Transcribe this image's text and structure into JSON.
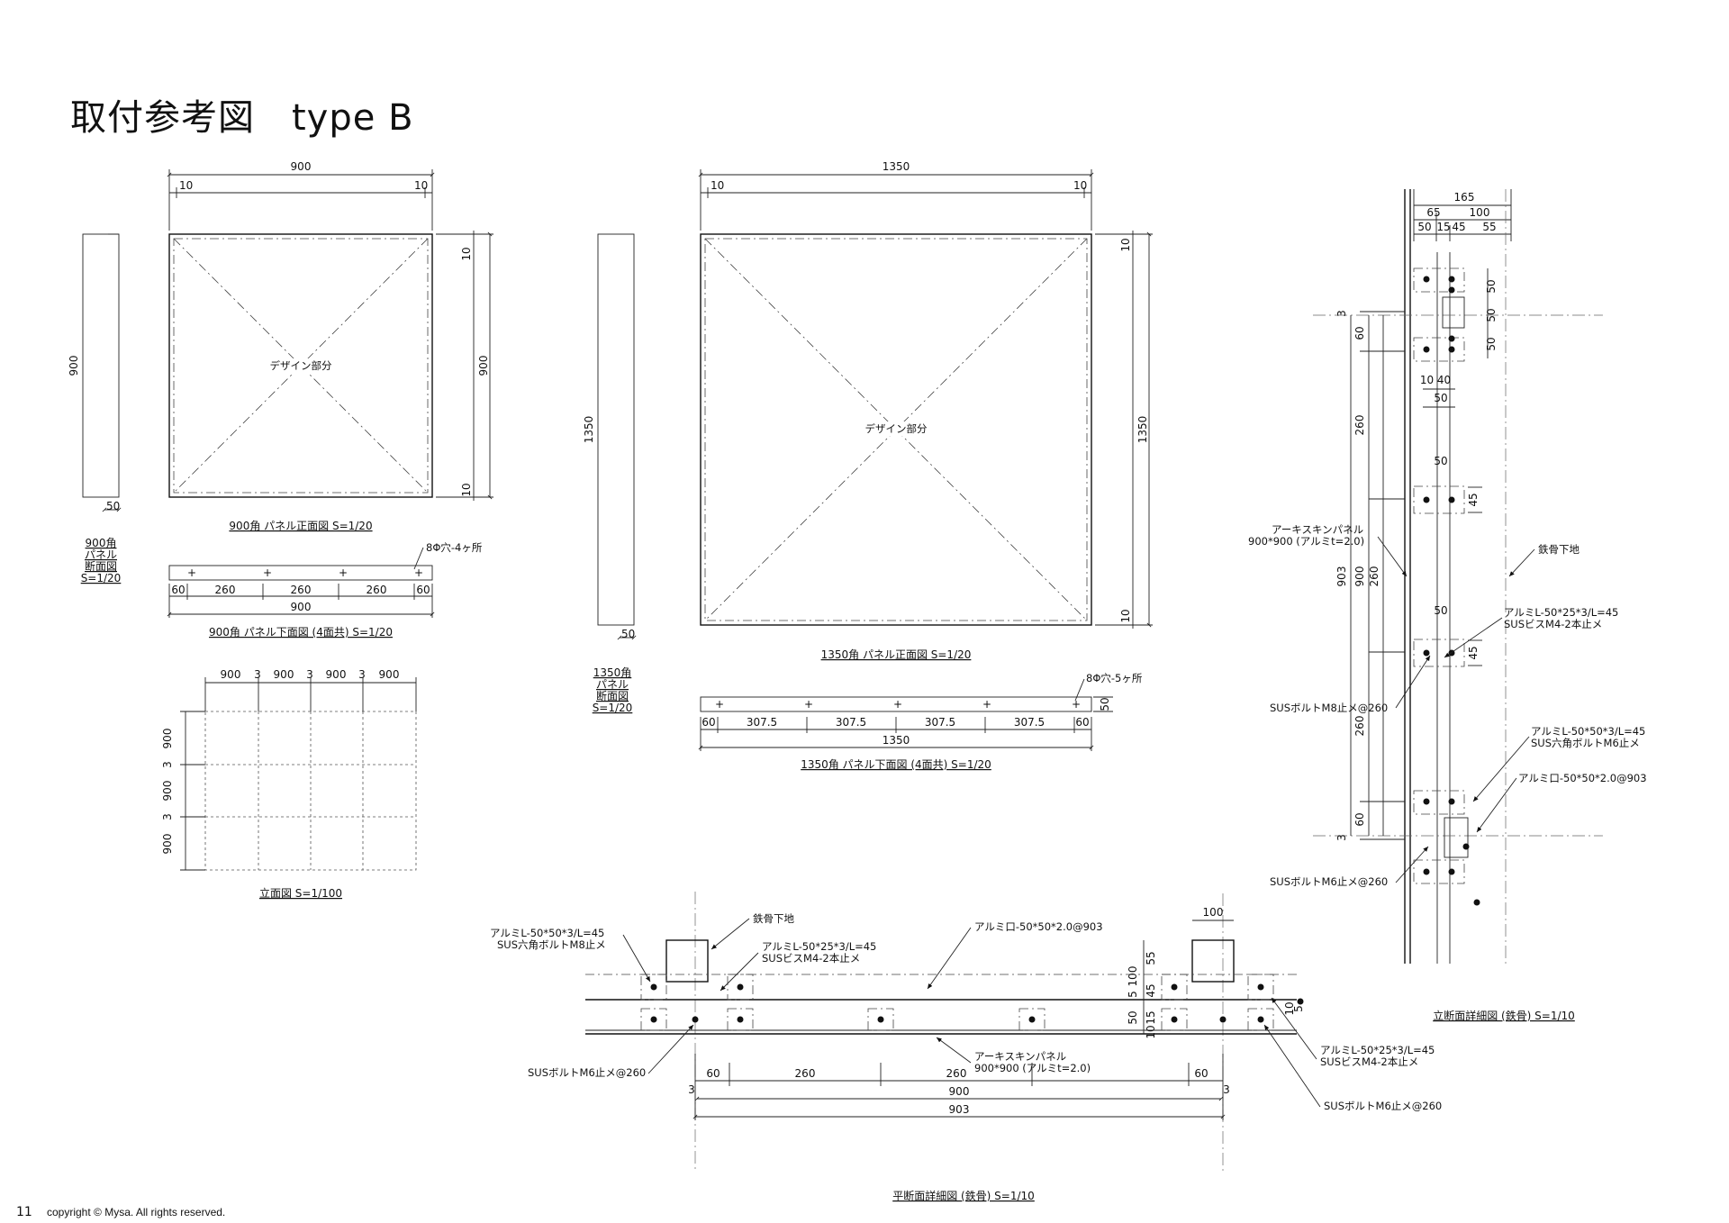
{
  "page": {
    "title": "取付参考図　type B",
    "page_number": "11",
    "copyright": "copyright © Mysa. All rights reserved."
  },
  "panel900": {
    "top_dim": "900",
    "edge_dim": "10",
    "side_dim": "900",
    "design_label": "デザイン部分",
    "section_height": "900",
    "section_thickness": "50",
    "section_caption": [
      "900角",
      "パネル",
      "断面図",
      "S=1/20"
    ],
    "front_caption": "900角 パネル正面図 S=1/20",
    "bottom_note": "8Φ穴-4ヶ所",
    "bottom_dims": [
      "60",
      "260",
      "260",
      "260",
      "60"
    ],
    "bottom_total": "900",
    "bottom_caption": "900角 パネル下面図 (4面共) S=1/20"
  },
  "panel1350": {
    "top_dim": "1350",
    "edge_dim": "10",
    "side_dim": "1350",
    "design_label": "デザイン部分",
    "section_height": "1350",
    "section_thickness": "50",
    "section_caption": [
      "1350角",
      "パネル",
      "断面図",
      "S=1/20"
    ],
    "front_caption": "1350角 パネル正面図 S=1/20",
    "bottom_note": "8Φ穴-5ヶ所",
    "bottom_side": "50",
    "bottom_dims": [
      "60",
      "307.5",
      "307.5",
      "307.5",
      "307.5",
      "60"
    ],
    "bottom_total": "1350",
    "bottom_caption": "1350角 パネル下面図 (4面共) S=1/20"
  },
  "elevation": {
    "top_dims": [
      "900",
      "3",
      "900",
      "3",
      "900",
      "3",
      "900"
    ],
    "side_dims": [
      "900",
      "3",
      "900",
      "3",
      "900"
    ],
    "caption": "立面図 S=1/100"
  },
  "vertical_section": {
    "top_dims": {
      "total": "165",
      "row2": [
        "65",
        "100"
      ],
      "row3": [
        "50",
        "15",
        "45",
        "55"
      ]
    },
    "dims": [
      "3",
      "60",
      "10 40",
      "50",
      "260",
      "50",
      "45",
      "50",
      "45",
      "260",
      "60",
      "3",
      "50",
      "50",
      "50"
    ],
    "side_stack": [
      "903",
      "900",
      "260"
    ],
    "labels": {
      "skin_panel": "アーキスキンパネル",
      "skin_panel_size": "900*900 (アルミt=2.0)",
      "steel_base": "鉄骨下地",
      "angle_small": "アルミL-50*25*3/L=45",
      "screw": "SUSビスM4-2本止メ",
      "bolt_m8": "SUSボルトM8止メ@260",
      "angle_large": "アルミL-50*50*3/L=45",
      "hex_bolt_m6": "SUS六角ボルトM6止メ",
      "square_pipe": "アルミ口-50*50*2.0@903",
      "bolt_m6": "SUSボルトM6止メ@260"
    },
    "caption": "立断面詳細図 (鉄骨) S=1/10"
  },
  "plan_section": {
    "labels": {
      "angle_large": "アルミL-50*50*3/L=45",
      "hex_bolt_m8": "SUS六角ボルトM8止メ",
      "steel_base": "鉄骨下地",
      "angle_small": "アルミL-50*25*3/L=45",
      "screw": "SUSビスM4-2本止メ",
      "square_pipe": "アルミ口-50*50*2.0@903",
      "bolt_m6_left": "SUSボルトM6止メ@260",
      "skin_panel": "アーキスキンパネル",
      "skin_panel_size": "900*900 (アルミt=2.0)",
      "angle_small_right": "アルミL-50*25*3/L=45",
      "screw_right": "SUSビスM4-2本止メ",
      "bolt_m6_right": "SUSボルトM6止メ@260"
    },
    "top_dim": "100",
    "right_dims": [
      "100",
      "55",
      "5",
      "45",
      "50",
      "15",
      "10",
      "10",
      "5"
    ],
    "bottom_dims": [
      "3",
      "60",
      "260",
      "260",
      "60",
      "3"
    ],
    "total_900": "900",
    "total_903": "903",
    "caption": "平断面詳細図 (鉄骨) S=1/10"
  }
}
